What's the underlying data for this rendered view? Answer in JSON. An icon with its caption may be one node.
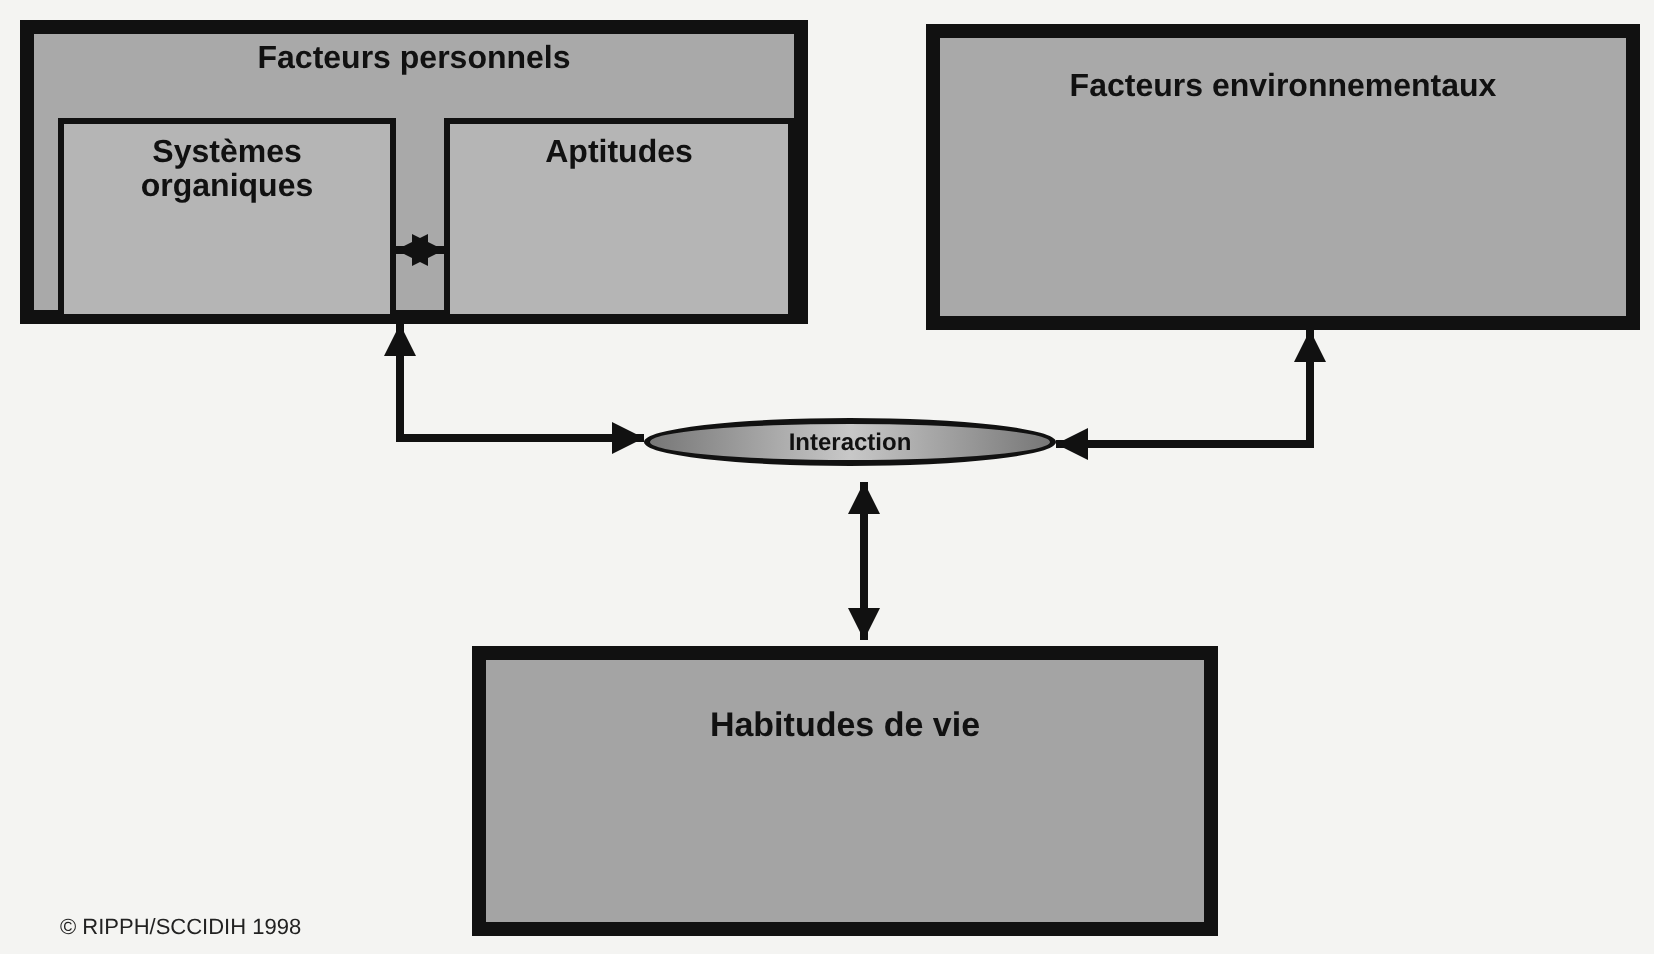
{
  "diagram": {
    "nodes": [
      {
        "text": [
          "Facteurs personnels"
        ]
      },
      {
        "text": [
          "Systèmes organiques"
        ],
        "in": 0
      },
      {
        "text": [
          "Aptitudes"
        ],
        "in": 0
      },
      {
        "text": [
          "Facteurs environnementaux"
        ]
      },
      {
        "text": [
          "Interaction"
        ]
      },
      {
        "text": [
          "Habitudes de vie"
        ]
      }
    ],
    "edges": [
      {
        "from": 1,
        "to": 2,
        "arrow": "both"
      },
      {
        "from": 0,
        "to": 4,
        "arrow": "both"
      },
      {
        "from": 3,
        "to": 4,
        "arrow": "both"
      },
      {
        "from": 4,
        "to": 5,
        "arrow": "both"
      }
    ],
    "labels": [
      "© RIPPH/SCCIDIH 1998"
    ]
  }
}
